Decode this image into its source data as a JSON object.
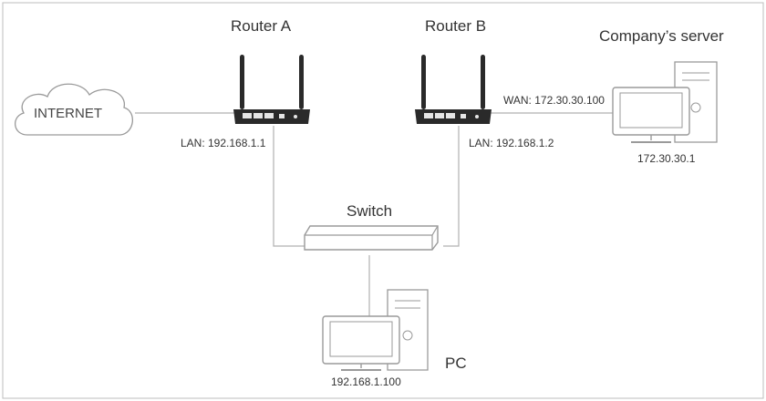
{
  "labels": {
    "internet": "INTERNET",
    "router_a": "Router A",
    "router_b": "Router B",
    "company_server": "Company’s server",
    "wan_b": "WAN: 172.30.30.100",
    "lan_a": "LAN: 192.168.1.1",
    "lan_b": "LAN: 192.168.1.2",
    "server_ip": "172.30.30.1",
    "switch": "Switch",
    "pc": "PC",
    "pc_ip": "192.168.1.100"
  },
  "icons": {
    "internet": "cloud-icon",
    "router_a": "router-icon",
    "router_b": "router-icon",
    "switch": "switch-icon",
    "server": "desktop-computer-icon",
    "pc": "desktop-computer-icon"
  },
  "colors": {
    "border": "#bdbdbd",
    "line": "#b0b0b0",
    "device_body": "#2a2a2a",
    "device_fill": "#ffffff",
    "device_stroke": "#9a9a9a"
  }
}
